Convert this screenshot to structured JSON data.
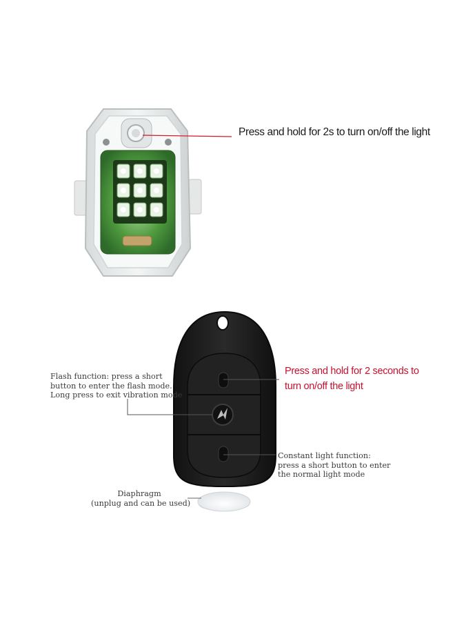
{
  "light_unit": {
    "button_callout": "Press and hold for 2s  to turn on/off the light"
  },
  "remote": {
    "top_button_callout": [
      "Press and hold for 2 seconds to",
      "turn on/off the light"
    ],
    "flash_callout": [
      "Flash function: press a short",
      "button to enter the flash mode.",
      "Long press to exit vibration mode"
    ],
    "constant_callout": [
      "Constant light function:",
      "press a short button to enter",
      "the normal light mode"
    ],
    "diaphragm_callout": [
      "Diaphragm",
      "(unplug and can be used)"
    ]
  },
  "colors": {
    "callout_red": "#c8102e",
    "line_red": "#d11a2a",
    "remote_body": "#1c1c1c"
  }
}
